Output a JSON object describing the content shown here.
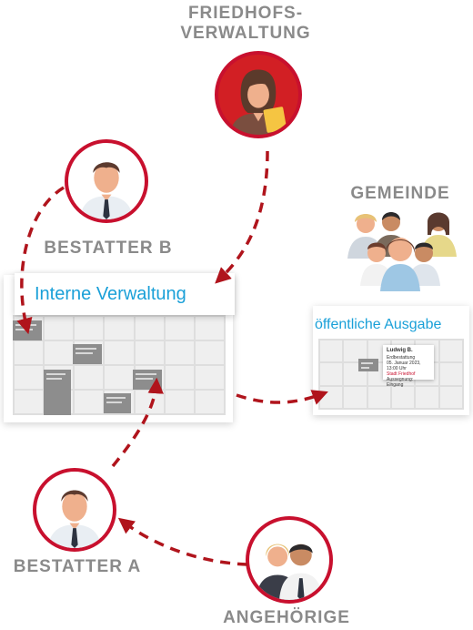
{
  "actors": {
    "friedhofsverwaltung": {
      "line1": "FRIEDHOFS-",
      "line2": "VERWALTUNG"
    },
    "gemeinde": {
      "label": "GEMEINDE"
    },
    "bestatter_b": {
      "label": "BESTATTER B"
    },
    "bestatter_a": {
      "label": "BESTATTER A"
    },
    "angehoerige": {
      "label": "ANGEHÖRIGE"
    }
  },
  "internal_panel": {
    "title": "Interne Verwaltung"
  },
  "public_panel": {
    "title": "öffentliche Ausgabe",
    "card": {
      "name": "Ludwig B.",
      "line1": "Erdbestattung",
      "line2": "05. Januar 2023, 13:00 Uhr",
      "line3": "Stadt Friedhof",
      "line4": "Aussegnung: Eingang"
    }
  },
  "colors": {
    "accent_red": "#c8102e",
    "label_gray": "#8a8a8a",
    "title_blue": "#1aa0d8",
    "arrow_dark_red": "#b0141c"
  }
}
